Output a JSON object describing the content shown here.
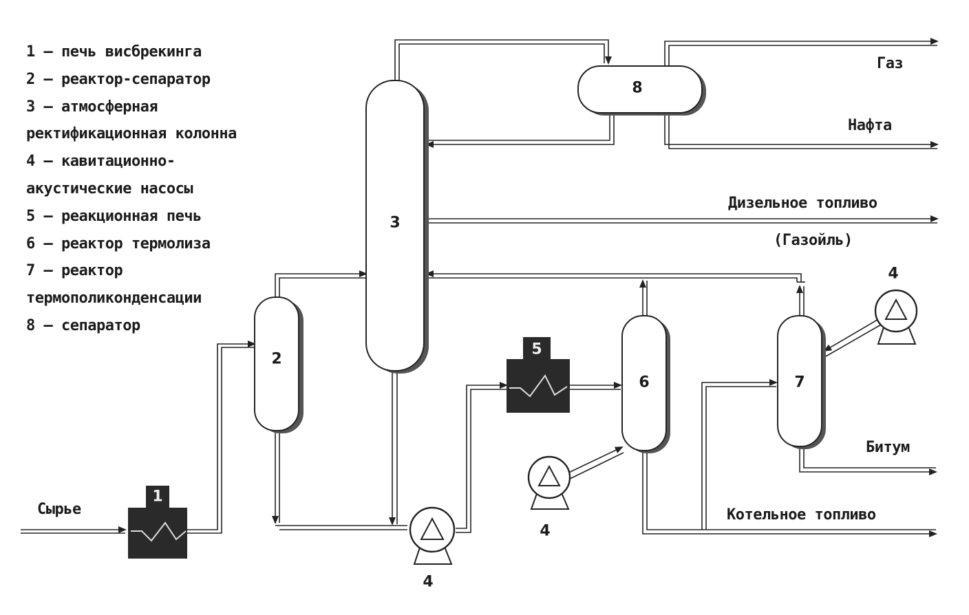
{
  "legend": [
    "1 – печь висбрекинга",
    "2 – реактор-сепаратор",
    "3 – атмосферная",
    "ректификационная колонна",
    "4 – кавитационно-",
    "акустические насосы",
    "5 – реакционная печь",
    "6 – реактор термолиза",
    "7 – реактор",
    "термополиконденсации",
    "8 – сепаратор"
  ],
  "streams": {
    "feed": "Сырье",
    "gas": "Газ",
    "naphtha": "Нафта",
    "diesel": "Дизельное топливо",
    "diesel_alt": "(Газойль)",
    "bitumen": "Битум",
    "boiler_fuel": "Котельное топливо"
  },
  "units": {
    "furnace_visbreaking": "1",
    "reactor_separator": "2",
    "column": "3",
    "pump_main": "4",
    "pump_lower": "4",
    "pump_right": "4",
    "furnace_reaction": "5",
    "reactor_thermolysis": "6",
    "reactor_tpc": "7",
    "separator": "8"
  }
}
